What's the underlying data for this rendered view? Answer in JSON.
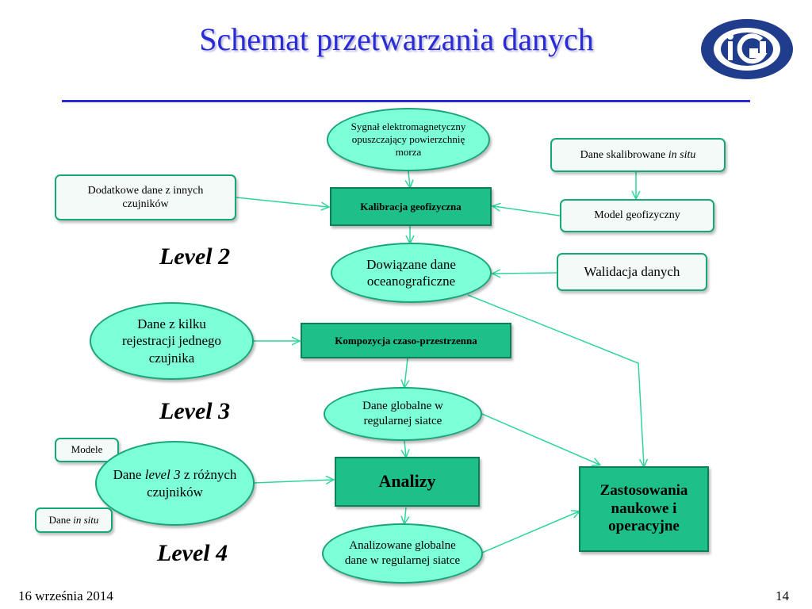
{
  "slide": {
    "title": "Schemat przetwarzania danych",
    "date": "16 września 2014",
    "page_number": "14"
  },
  "logo": {
    "text": "iG",
    "colors": {
      "outer": "#1f3d8c",
      "inner": "#ffffff"
    }
  },
  "nodes": {
    "signal": "Sygnał elektromagnetyczny opuszczający powierzchnię morza",
    "additional": "Dodatkowe dane z innych czujników",
    "calibrated_prefix": "Dane skalibrowane ",
    "calibrated_italic": "in situ",
    "calibration": "Kalibracja geofizyczna",
    "geomodel": "Model geofizyczny",
    "linked": "Dowiązane dane oceanograficzne",
    "validation": "Walidacja danych",
    "multi_reg": "Dane z kilku rejestracji jednego czujnika",
    "composition": "Kompozycja czaso-przestrzenna",
    "global_grid": "Dane globalne w regularnej siatce",
    "models": "Modele",
    "level3_prefix": "Dane ",
    "level3_italic": "level 3",
    "level3_suffix": " z różnych czujników",
    "insitu_prefix": "Dane ",
    "insitu_italic": "in situ",
    "analyses": "Analizy",
    "applications": "Zastosowania naukowe i operacyjne",
    "analysed": "Analizowane globalne dane w regularnej siatce"
  },
  "levels": {
    "l2": "Level 2",
    "l3": "Level 3",
    "l4": "Level 4"
  },
  "colors": {
    "title": "#2b2bd6",
    "ellipse_fill": "#7dffd8",
    "box_fill": "#1ec08a",
    "connector": "#2fd69a"
  }
}
